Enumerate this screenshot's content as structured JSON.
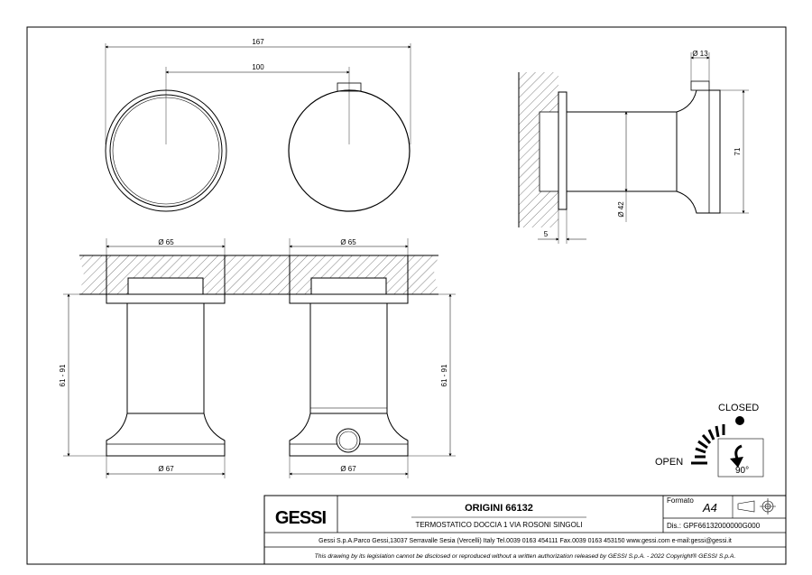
{
  "dimensions": {
    "overall_width": "167",
    "center_distance": "100",
    "rosette_dia_top_left": "Ø 65",
    "rosette_dia_top_right": "Ø 65",
    "base_dia_left": "Ø 67",
    "base_dia_right": "Ø 67",
    "depth_left": "61 - 91",
    "depth_right": "61 - 91",
    "knob_dia": "Ø 13",
    "body_height": "71",
    "stem_dia": "Ø 42",
    "wall_offset": "5"
  },
  "legend": {
    "closed": "CLOSED",
    "open": "OPEN",
    "angle": "90°"
  },
  "title_block": {
    "logo": "GESSI",
    "product_name": "ORIGINI 66132",
    "description": "TERMOSTATICO DOCCIA 1 VIA ROSONI SINGOLI",
    "format_label": "Formato",
    "format_value": "A4",
    "drawing_number": "Dis.: GPF66132000000G000",
    "company_info": "Gessi S.p.A.Parco Gessi,13037 Serravalle Sesia (Vercelli) Italy Tel.0039 0163 454111 Fax.0039 0163 453150 www.gessi.com e-mail:gessi@gessi.it",
    "disclaimer": "This drawing by its legislation cannot be disclosed or reproduced without a written authorization released by GESSI S.p.A. - 2022 Copyright® GESSI S.p.A."
  }
}
